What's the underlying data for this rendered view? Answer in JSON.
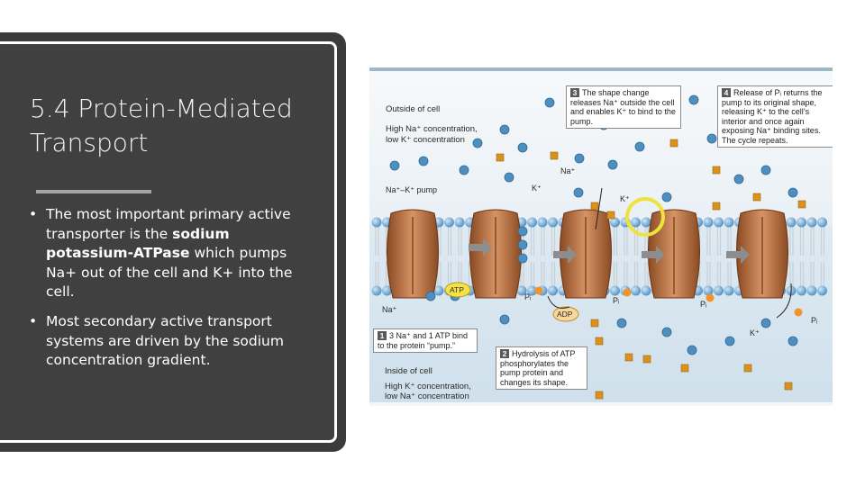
{
  "slide": {
    "title": "5.4 Protein-Mediated Transport",
    "bullets": [
      {
        "prefix": "The most important primary active transporter is the ",
        "bold": "sodium potassium-ATPase",
        "suffix": " which pumps Na+ out of the cell and K+ into the cell."
      },
      {
        "prefix": "Most secondary active transport systems are driven by the sodium concentration gradient.",
        "bold": "",
        "suffix": ""
      }
    ]
  },
  "figure": {
    "outside_label": "Outside of cell",
    "outside_conc_1": "High Na⁺ concentration,",
    "outside_conc_2": "low K⁺ concentration",
    "inside_label": "Inside of cell",
    "inside_conc_1": "High K⁺ concentration,",
    "inside_conc_2": "low Na⁺ concentration",
    "pump_label": "Na⁺–K⁺ pump",
    "na_label": "Na⁺",
    "k_label": "K⁺",
    "atp_label": "ATP",
    "adp_label": "ADP",
    "pi_label": "Pᵢ",
    "steps": [
      {
        "num": "1",
        "text": "3 Na⁺ and 1 ATP bind to the protein “pump.”"
      },
      {
        "num": "2",
        "text": "Hydrolysis of ATP phosphorylates the pump protein and changes its shape."
      },
      {
        "num": "3",
        "text": "The shape change releases Na⁺ outside the cell and enables K⁺ to bind to the pump."
      },
      {
        "num": "4",
        "text": "Release of Pᵢ returns the pump to its original shape, releasing K⁺ to the cell’s interior and once again exposing Na⁺ binding sites. The cycle repeats."
      }
    ],
    "colors": {
      "protein": "#b5703f",
      "sodium": "#4f8fc0",
      "potassium": "#d9921b",
      "phosphate": "#f0932b",
      "atp": "#f5e14a"
    }
  }
}
